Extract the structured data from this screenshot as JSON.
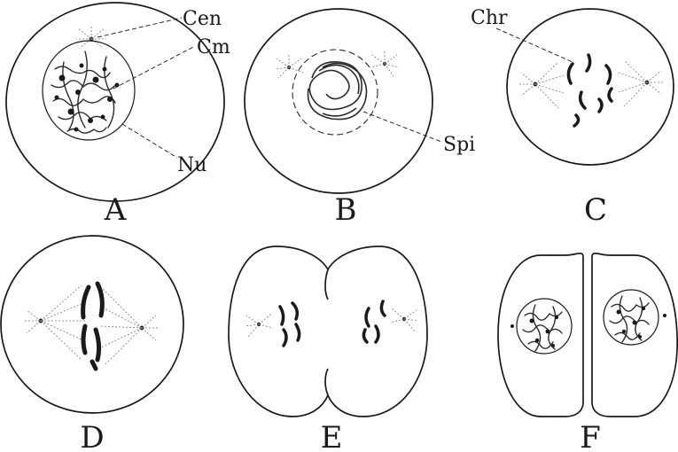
{
  "figure": {
    "panels": [
      {
        "letter": "A",
        "stage": "nucleus with chromatin network; centrosome outside"
      },
      {
        "letter": "B",
        "stage": "spireme forming; centrosomes separating"
      },
      {
        "letter": "C",
        "stage": "chromosomes in spindle"
      },
      {
        "letter": "D",
        "stage": "equatorial plate"
      },
      {
        "letter": "E",
        "stage": "chromosomes migrating; cell constricting"
      },
      {
        "letter": "F",
        "stage": "two daughter cells with nuclei"
      }
    ],
    "labels": {
      "cen": "Cen",
      "cm": "Cm",
      "nu": "Nu",
      "spi": "Spi",
      "chr": "Chr"
    }
  }
}
